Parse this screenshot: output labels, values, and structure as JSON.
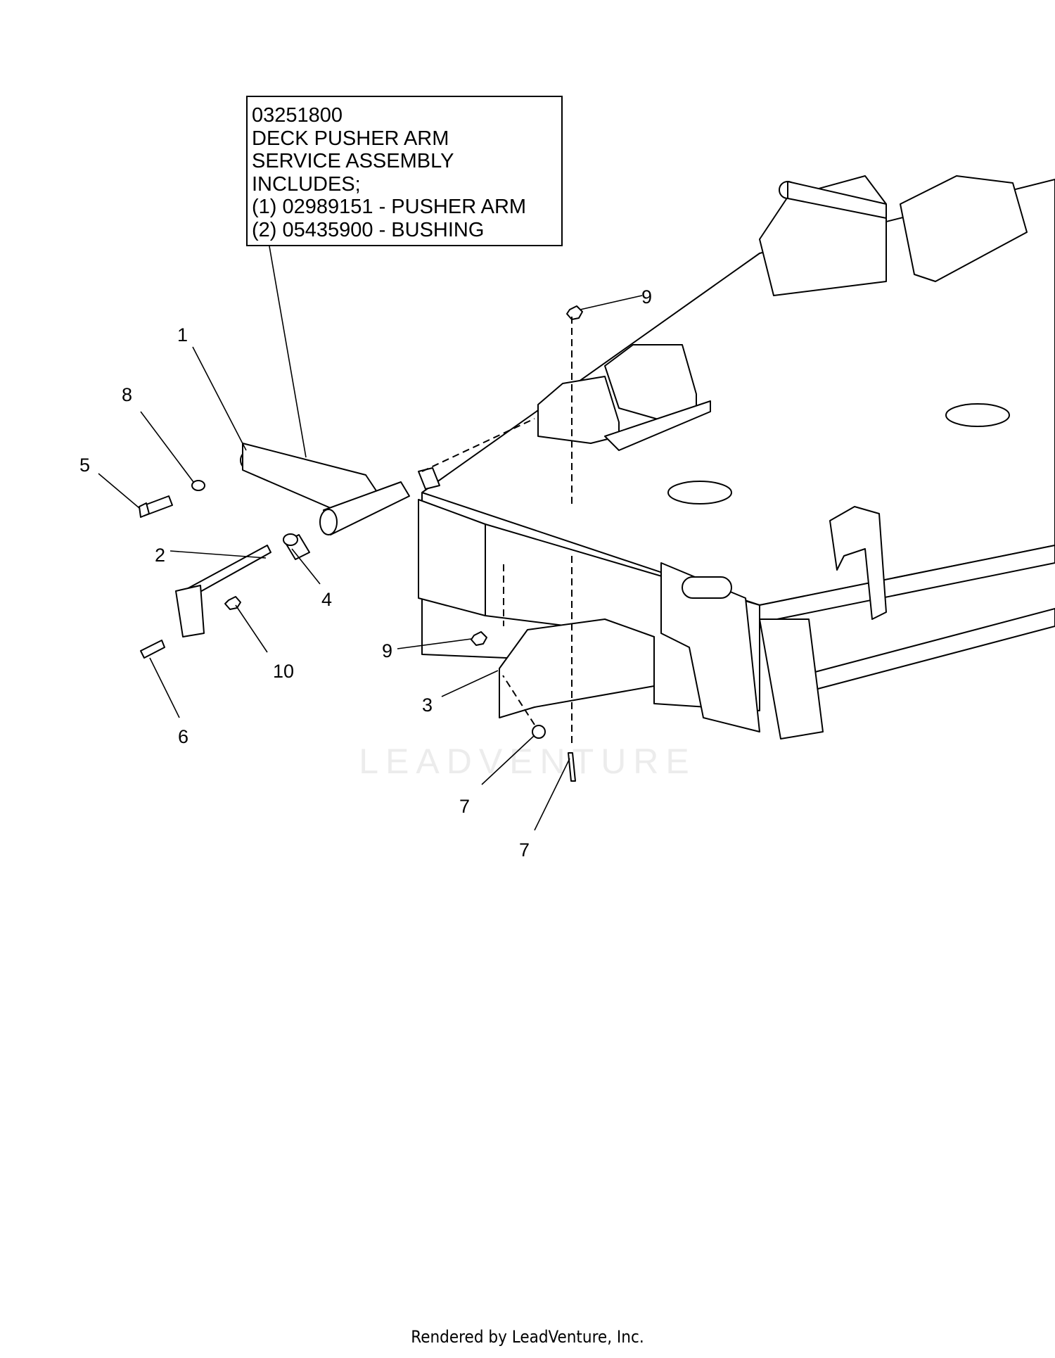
{
  "callout": {
    "lines": [
      "03251800",
      "DECK PUSHER ARM",
      "SERVICE ASSEMBLY",
      "INCLUDES;",
      "(1) 02989151 - PUSHER ARM",
      "(2) 05435900 - BUSHING"
    ]
  },
  "part_labels": {
    "p1": "1",
    "p2": "2",
    "p3": "3",
    "p4": "4",
    "p5": "5",
    "p6": "6",
    "p7a": "7",
    "p7b": "7",
    "p8": "8",
    "p9a": "9",
    "p9b": "9",
    "p10": "10"
  },
  "watermark": "LEADVENTURE",
  "footer": "Rendered by LeadVenture, Inc."
}
